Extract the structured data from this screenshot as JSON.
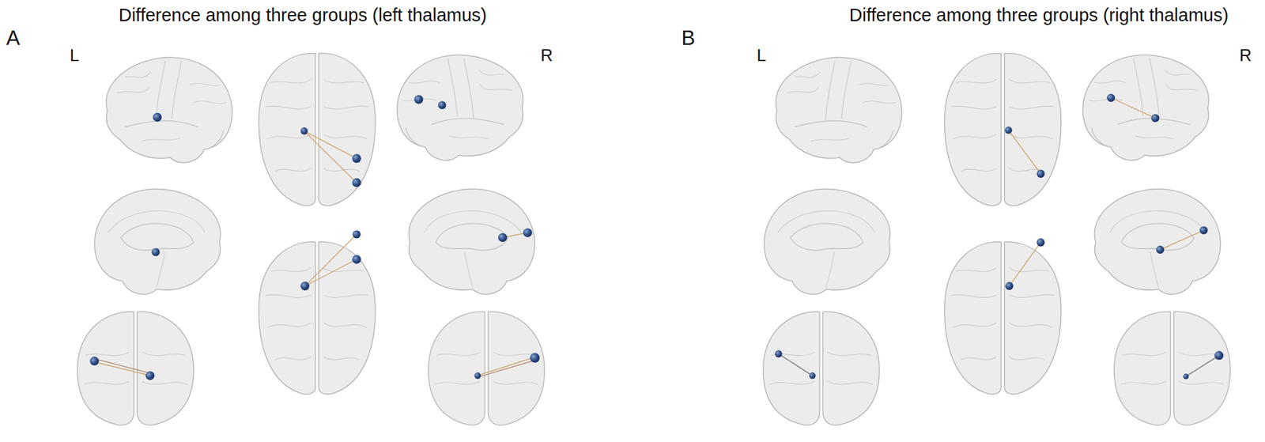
{
  "diagram": {
    "labels": [
      "Difference among three groups (left thalamus)",
      "A",
      "L",
      "R",
      "Difference among three groups (right thalamus)",
      "B",
      "L",
      "R"
    ]
  }
}
